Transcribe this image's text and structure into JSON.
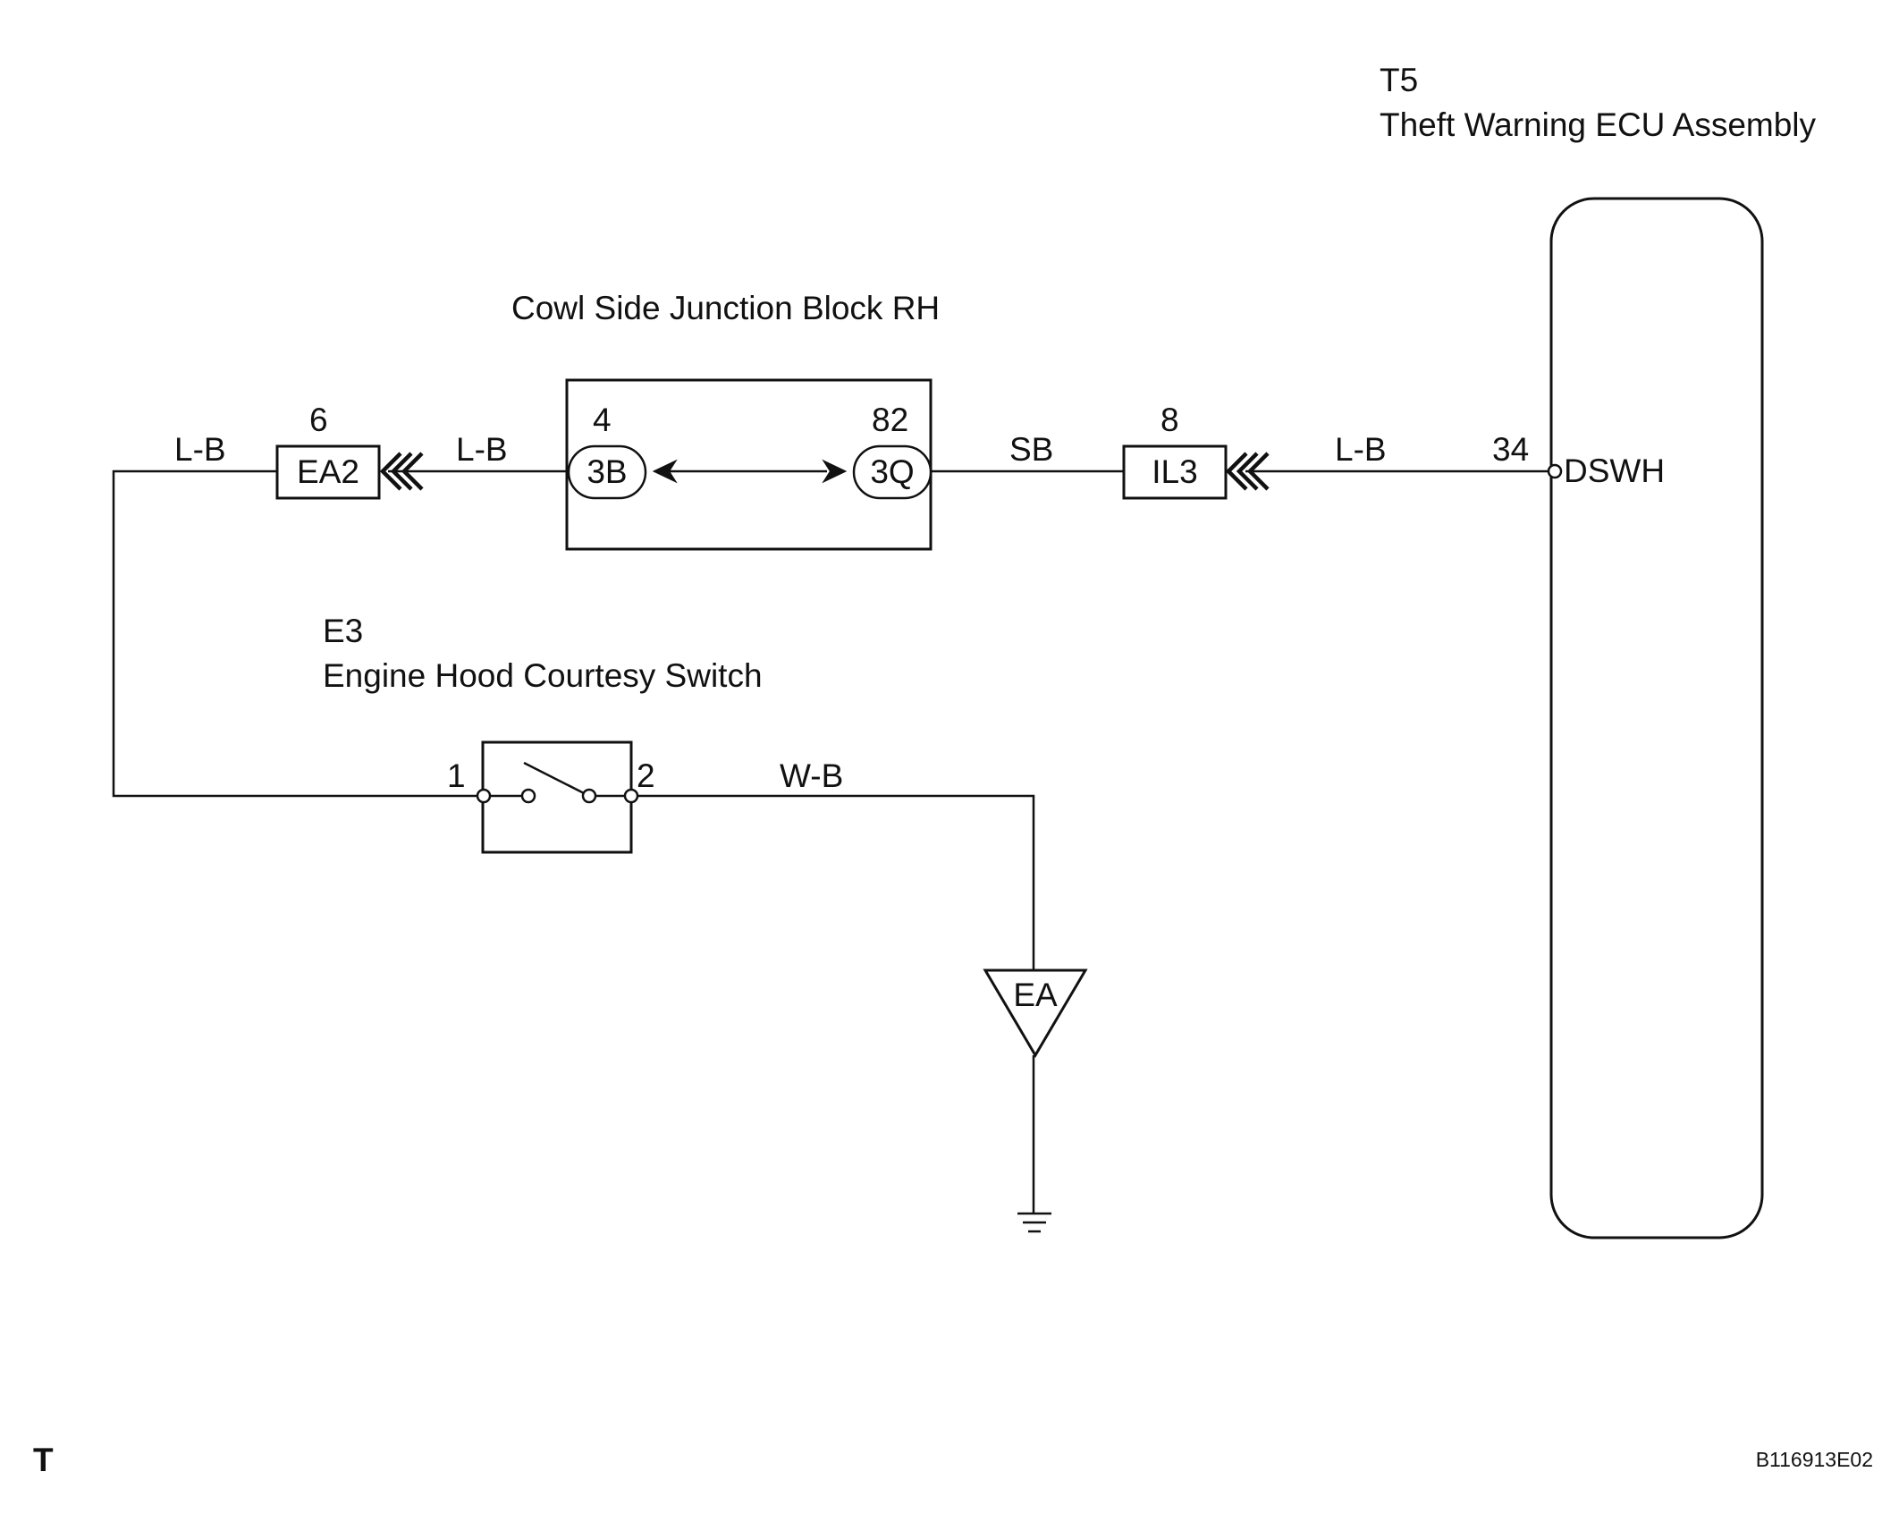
{
  "ecu": {
    "code": "T5",
    "name": "Theft Warning ECU Assembly",
    "pin": "34",
    "terminal": "DSWH"
  },
  "junction_block": {
    "name": "Cowl Side Junction Block RH",
    "left_connector": "3B",
    "left_pin": "4",
    "right_connector": "3Q",
    "right_pin": "82"
  },
  "connectors": {
    "ea2": {
      "label": "EA2",
      "pin": "6"
    },
    "il3": {
      "label": "IL3",
      "pin": "8"
    }
  },
  "switch": {
    "code": "E3",
    "name": "Engine Hood Courtesy Switch",
    "pin1": "1",
    "pin2": "2"
  },
  "wires": {
    "far_left": "L-B",
    "ea2_to_jb": "L-B",
    "jb_to_il3": "SB",
    "il3_to_ecu": "L-B",
    "switch_to_ground": "W-B"
  },
  "ground": {
    "label": "EA"
  },
  "footer": {
    "corner_mark": "T",
    "figure_code": "B116913E02"
  }
}
